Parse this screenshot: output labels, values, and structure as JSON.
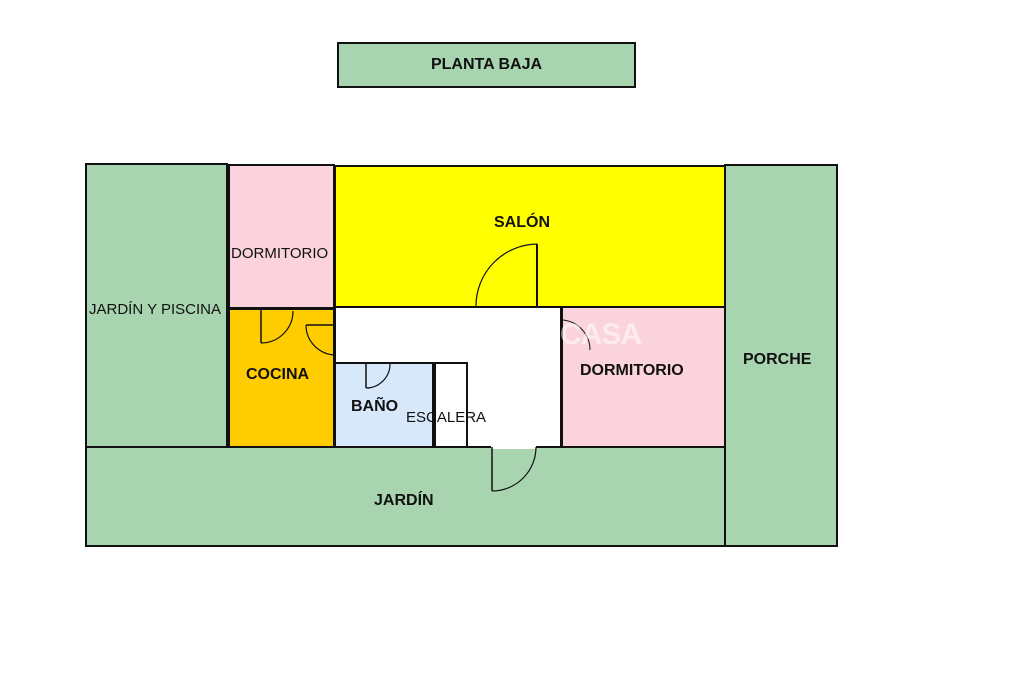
{
  "title": "PLANTA BAJA",
  "rooms": {
    "jardin_piscina": "JARDÍN Y PISCINA",
    "dormitorio_1": "DORMITORIO",
    "salon": "SALÓN",
    "porche": "PORCHE",
    "cocina": "COCINA",
    "bano": "BAÑO",
    "escalera": "ESCALERA",
    "dormitorio_2": "DORMITORIO",
    "jardin": "JARDÍN"
  },
  "watermark": "CASA",
  "colors": {
    "garden": "#a8d5b0",
    "bedroom": "#fbd3dd",
    "living": "#ffff00",
    "kitchen": "#ffcc00",
    "bath": "#d6e8fa"
  }
}
